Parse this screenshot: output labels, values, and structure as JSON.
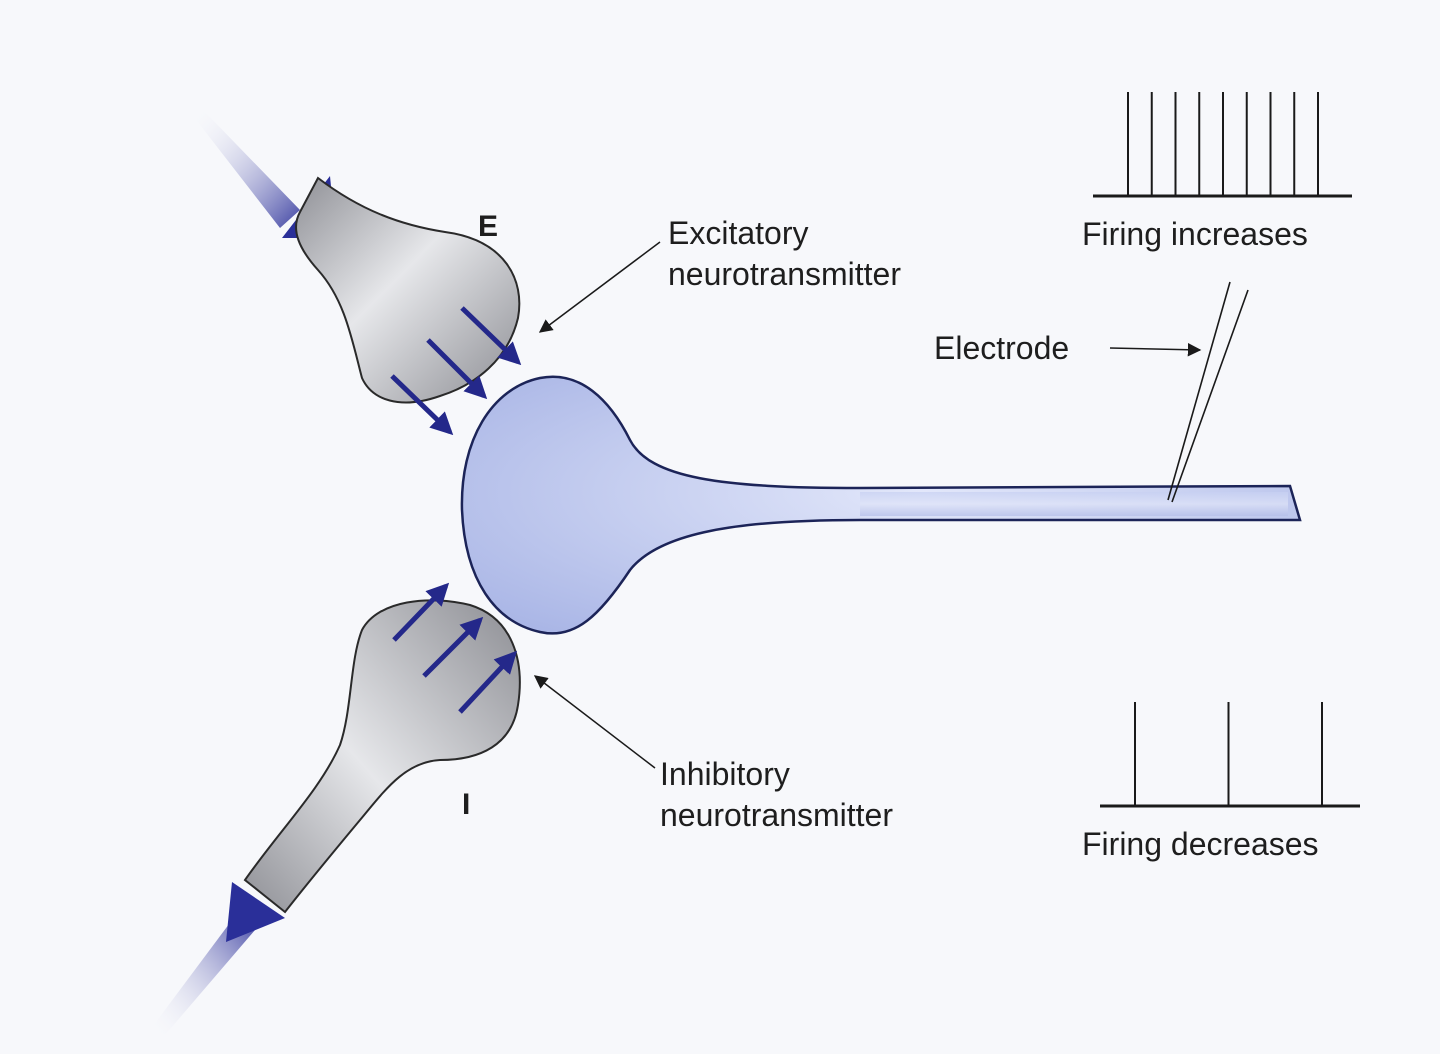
{
  "labels": {
    "excitatory_terminal": "E",
    "inhibitory_terminal": "I",
    "excitatory_nt_line1": "Excitatory",
    "excitatory_nt_line2": "neurotransmitter",
    "inhibitory_nt_line1": "Inhibitory",
    "inhibitory_nt_line2": "neurotransmitter",
    "electrode": "Electrode",
    "firing_increases": "Firing increases",
    "firing_decreases": "Firing decreases"
  },
  "spike_trains": {
    "increases": {
      "spike_count": 9
    },
    "decreases": {
      "spike_count": 3
    }
  },
  "colors": {
    "neuron_fill": "#c3cdf0",
    "neuron_stroke": "#1c2458",
    "terminal_fill": "#a9aab0",
    "arrow": "#24288a",
    "line": "#1a1a1a"
  }
}
